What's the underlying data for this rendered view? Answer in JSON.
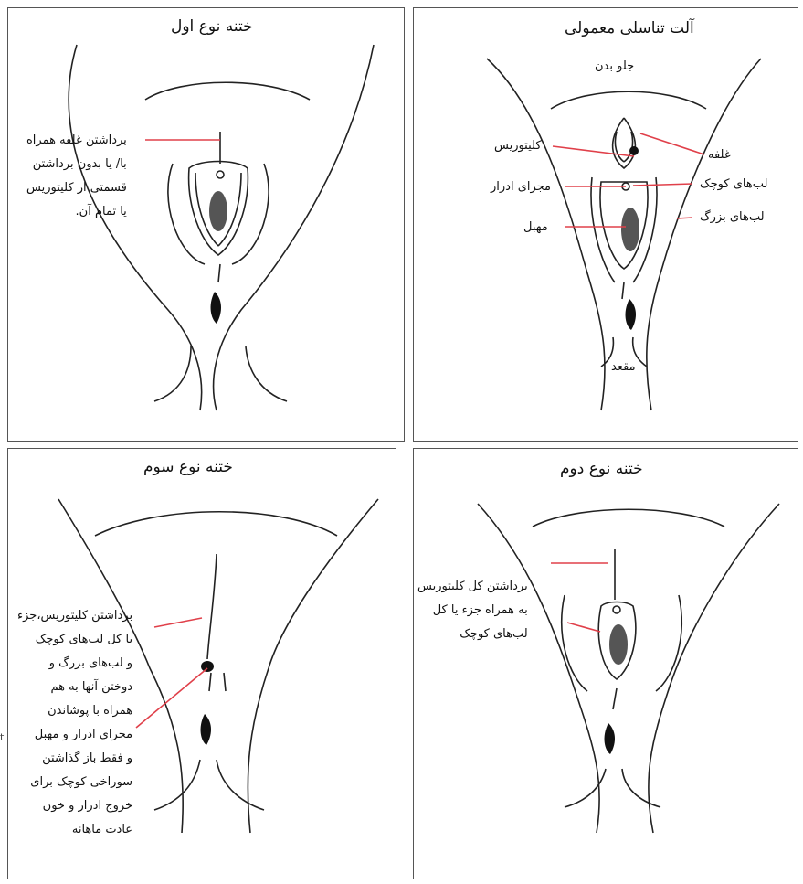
{
  "colors": {
    "leader_line": "#e0404a",
    "ink": "#222222",
    "vaginal_fill": "#555555",
    "border": "#555555"
  },
  "panels": {
    "normal": {
      "title": "آلت تناسلی معمولی",
      "front_label": "جلو بدن",
      "labels": {
        "clitoris": "کلیتوریس",
        "urethra": "مجرای ادرار",
        "vagina": "مهبل",
        "prepuce": "غلفه",
        "labia_minora": "لب‌های کوچک",
        "labia_majora": "لب‌های بزرگ",
        "anus": "مقعد"
      }
    },
    "type1": {
      "title": "ختنه نوع اول",
      "description_lines": [
        "برداشتن غلفه همراه",
        "با/ یا بدون برداشتن",
        "قسمتی از کلیتوریس",
        "یا تمام آن."
      ]
    },
    "type2": {
      "title": "ختنه نوع دوم",
      "description_lines": [
        "برداشتن کل کلیتوریس",
        "به همراه جزء یا کل",
        "لب‌های کوچک"
      ]
    },
    "type3": {
      "title": "ختنه نوع سوم",
      "description_lines": [
        "برداشتن کلیتوریس،جزء",
        "یا کل  لب‌های کوچک",
        "و لب‌های بزرگ  و",
        "دوختن آنها به هم",
        "همراه با پوشاندن",
        "مجرای ادرار و مهبل",
        "و فقط باز گذاشتن",
        "سوراخی کوچک برای",
        "خروج ادرار و خون",
        "عادت ماهانه"
      ]
    }
  },
  "stray_mark": "t"
}
